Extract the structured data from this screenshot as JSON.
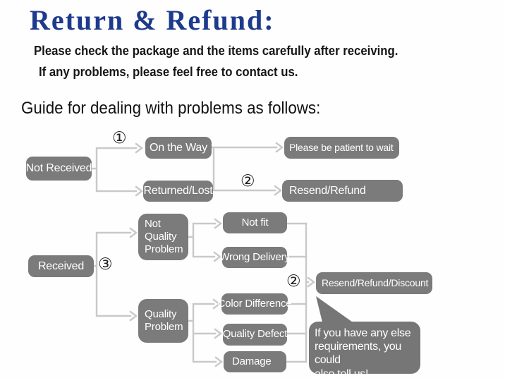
{
  "page": {
    "title": "Return & Refund:",
    "intro_line1": "Please check the package and the items carefully after receiving.",
    "intro_line2": "If any problems, please feel free to contact us.",
    "guide_heading": "Guide for dealing with problems as follows:"
  },
  "colors": {
    "title_text": "#1d3a8c",
    "node_background": "#7b7b7b",
    "node_text": "#ffffff",
    "connector_line": "#c9c9c9",
    "bubble_background": "#767676",
    "body_text": "#1b1b1b"
  },
  "flowchart": {
    "nodes": [
      {
        "id": "not-received",
        "label": "Not Received"
      },
      {
        "id": "on-the-way",
        "label": "On the Way"
      },
      {
        "id": "please-be-patient",
        "label": "Please be patient to wait"
      },
      {
        "id": "returned-lost",
        "label": "Returned/Lost"
      },
      {
        "id": "resend-refund",
        "label": "Resend/Refund"
      },
      {
        "id": "received",
        "label": "Received"
      },
      {
        "id": "not-quality-problem",
        "label": "Not\nQuality\nProblem"
      },
      {
        "id": "not-fit",
        "label": "Not fit"
      },
      {
        "id": "wrong-delivery",
        "label": "Wrong Delivery"
      },
      {
        "id": "quality-problem",
        "label": "Quality\nProblem"
      },
      {
        "id": "color-difference",
        "label": "Color Difference"
      },
      {
        "id": "quality-defect",
        "label": "Quality Defect"
      },
      {
        "id": "damage",
        "label": "Damage"
      },
      {
        "id": "resend-refund-discount",
        "label": "Resend/Refund/Discount"
      }
    ],
    "step_markers": [
      {
        "id": "step-1",
        "glyph": "①"
      },
      {
        "id": "step-2-upper",
        "glyph": "②"
      },
      {
        "id": "step-3",
        "glyph": "③"
      },
      {
        "id": "step-2-lower",
        "glyph": "②"
      }
    ],
    "bubble_note": "If you have any else\nrequirements, you could\nalso tell us!"
  }
}
